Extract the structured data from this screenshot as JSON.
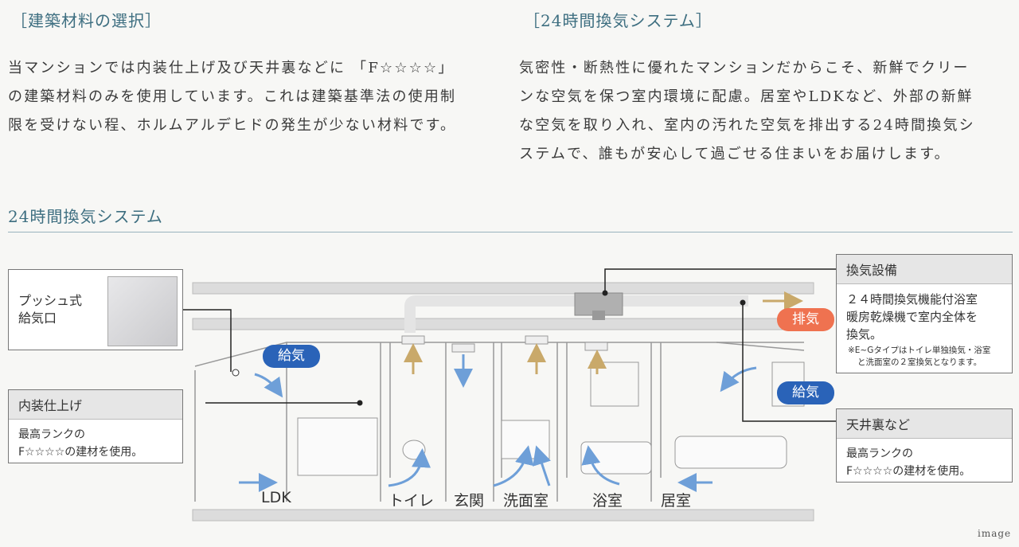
{
  "materials": {
    "heading": "［建築材料の選択］",
    "lines": [
      "当マンションでは内装仕上げ及び天井裏などに 「F☆☆☆☆」",
      "の建築材料のみを使用しています。これは建築基準法の使用制",
      "限を受けない程、ホルムアルデヒドの発生が少ない材料です。"
    ]
  },
  "ventilation": {
    "heading": "［24時間換気システム］",
    "lines": [
      "気密性・断熱性に優れたマンションだからこそ、新鮮でクリー",
      "ンな空気を保つ室内環境に配慮。居室やLDKなど、外部の新鮮",
      "な空気を取り入れ、室内の汚れた空気を排出する24時間換気シ",
      "ステムで、誰もが安心して過ごせる住まいをお届けします。"
    ]
  },
  "diagram": {
    "title": "24時間換気システム",
    "push_inlet": {
      "line1": "プッシュ式",
      "line2": "給気口"
    },
    "interior_finish": {
      "title": "内装仕上げ",
      "line1": "最高ランクの",
      "line2": "F☆☆☆☆の建材を使用。"
    },
    "ventilation_equipment": {
      "title": "換気設備",
      "line1": "２４時間換気機能付浴室",
      "line2": "暖房乾燥機で室内全体を",
      "line3": "換気。",
      "note1": "※E~Gタイプはトイレ単独換気・浴室",
      "note2": "と洗面室の２室換気となります。"
    },
    "ceiling": {
      "title": "天井裏など",
      "line1": "最高ランクの",
      "line2": "F☆☆☆☆の建材を使用。"
    },
    "labels": {
      "supply": "給気",
      "exhaust": "排気"
    },
    "rooms": [
      "LDK",
      "トイレ",
      "玄関",
      "洗面室",
      "浴室",
      "居室"
    ],
    "colors": {
      "supply": "#2a63b8",
      "exhaust": "#ef7250",
      "arrow_blue": "#6e9fd8",
      "arrow_tan": "#c9a96a"
    }
  },
  "watermark": "image"
}
